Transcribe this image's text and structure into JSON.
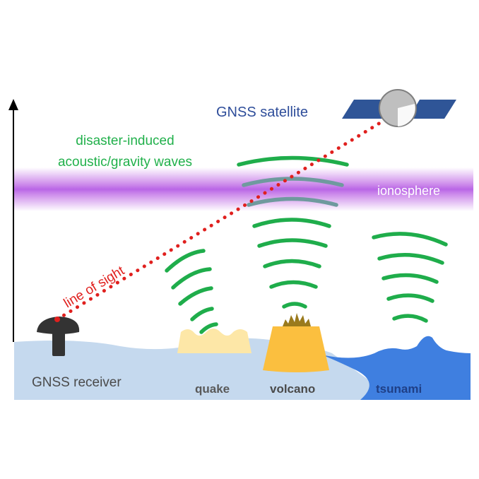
{
  "labels": {
    "satellite": "GNSS satellite",
    "waves_line1": "disaster-induced",
    "waves_line2": "acoustic/gravity waves",
    "ionosphere": "ionosphere",
    "line_of_sight": "line of sight",
    "receiver": "GNSS receiver",
    "quake": "quake",
    "volcano": "volcano",
    "tsunami": "tsunami"
  },
  "colors": {
    "satellite_text": "#2e4d9a",
    "satellite_panel": "#2f5597",
    "waves_text": "#21b04b",
    "wave_arc": "#1fad4b",
    "wave_arc_in_ionosphere": "#6f9a9e",
    "ionosphere_band": "#c77ce8",
    "ionosphere_text": "#ffffff",
    "line_of_sight": "#e0201e",
    "ground": "#c5d9ee",
    "ocean": "#3f7fe0",
    "quake_fill": "#fde7a7",
    "volcano_fill": "#fbbf3f",
    "volcano_eruption": "#9a7a1c",
    "receiver": "#333333",
    "label_gray": "#4a4a4a",
    "axis": "#000000"
  },
  "icons": {
    "altitude_arrow": "up-arrow-icon",
    "satellite": "satellite-icon",
    "receiver": "antenna-icon",
    "quake": "quake-ground-icon",
    "volcano": "volcano-icon",
    "tsunami": "tsunami-wave-icon"
  }
}
